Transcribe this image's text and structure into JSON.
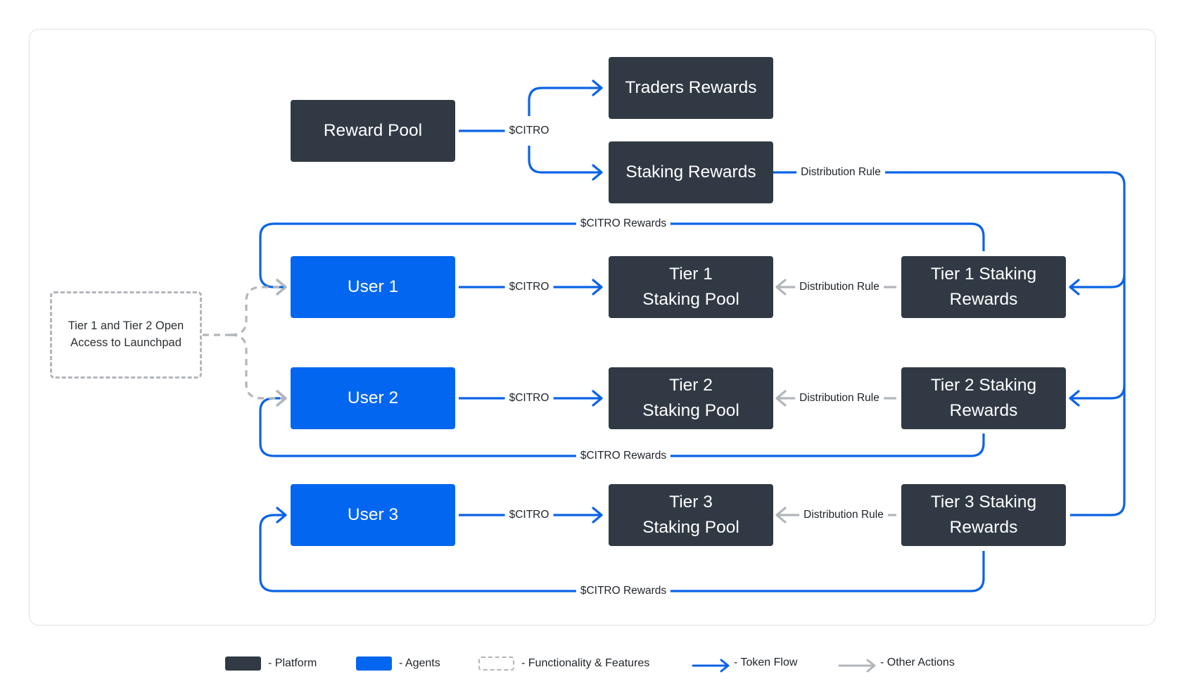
{
  "nodes": {
    "reward_pool": "Reward Pool",
    "traders_rewards": "Traders Rewards",
    "staking_rewards": "Staking Rewards",
    "user1": "User 1",
    "user2": "User 2",
    "user3": "User 3",
    "tier1_pool": [
      "Tier 1",
      "Staking Pool"
    ],
    "tier2_pool": [
      "Tier 2",
      "Staking Pool"
    ],
    "tier3_pool": [
      "Tier 3",
      "Staking Pool"
    ],
    "tier1_rewards": [
      "Tier 1 Staking",
      "Rewards"
    ],
    "tier2_rewards": [
      "Tier 2 Staking",
      "Rewards"
    ],
    "tier3_rewards": [
      "Tier 3 Staking",
      "Rewards"
    ],
    "feature": [
      "Tier 1 and Tier 2 Open",
      "Access to Launchpad"
    ]
  },
  "labels": {
    "citro_top": "$CITRO",
    "dist_rule_top": "Distribution Rule",
    "citro_rewards_1": "$CITRO Rewards",
    "citro_u1": "$CITRO",
    "dist_rule_t1": "Distribution Rule",
    "citro_u2": "$CITRO",
    "dist_rule_t2": "Distribution Rule",
    "citro_rewards_2": "$CITRO Rewards",
    "citro_u3": "$CITRO",
    "dist_rule_t3": "Distribution Rule",
    "citro_rewards_3": "$CITRO Rewards"
  },
  "legend": {
    "platform": "- Platform",
    "agents": "- Agents",
    "features": "- Functionality & Features",
    "token_flow": "- Token Flow",
    "other_actions": "- Other Actions"
  },
  "colors": {
    "platform": "#313a44",
    "agent": "#0366f0",
    "token_flow": "#0a63e6",
    "other_actions": "#b2b6bb"
  }
}
